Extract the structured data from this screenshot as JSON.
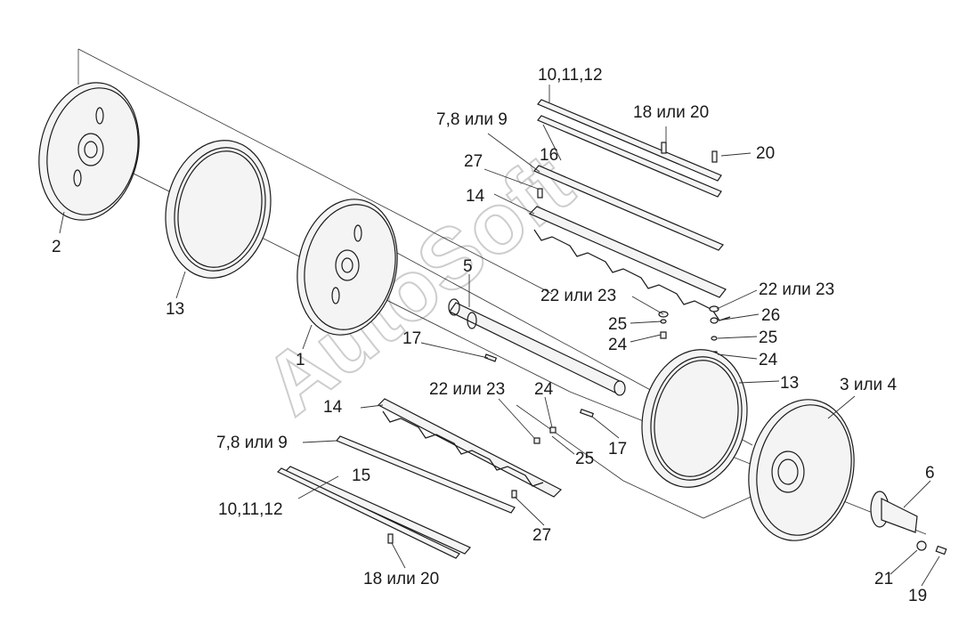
{
  "labels": {
    "l_10_11_12_top": "10,11,12",
    "l_18_20_top": "18 или 20",
    "l_7_8_9_top": "7,8 или 9",
    "l_16": "16",
    "l_20": "20",
    "l_27_top": "27",
    "l_14_top": "14",
    "l_2": "2",
    "l_13_left": "13",
    "l_1": "1",
    "l_5": "5",
    "l_22_23_mid": "22 или 23",
    "l_22_23_right": "22 или 23",
    "l_26": "26",
    "l_25_mid": "25",
    "l_25_right": "25",
    "l_24_mid": "24",
    "l_24_right": "24",
    "l_17_top": "17",
    "l_13_right": "13",
    "l_3_4": "3 или 4",
    "l_14_bottom": "14",
    "l_22_23_bottom": "22 или 23",
    "l_24_bottom": "24",
    "l_7_8_9_bottom": "7,8 или 9",
    "l_25_bottom": "25",
    "l_17_bottom": "17",
    "l_15": "15",
    "l_10_11_12_bottom": "10,11,12",
    "l_27_bottom": "27",
    "l_6": "6",
    "l_18_20_bottom": "18 или 20",
    "l_21": "21",
    "l_19": "19"
  },
  "watermark": "AutoSoft"
}
